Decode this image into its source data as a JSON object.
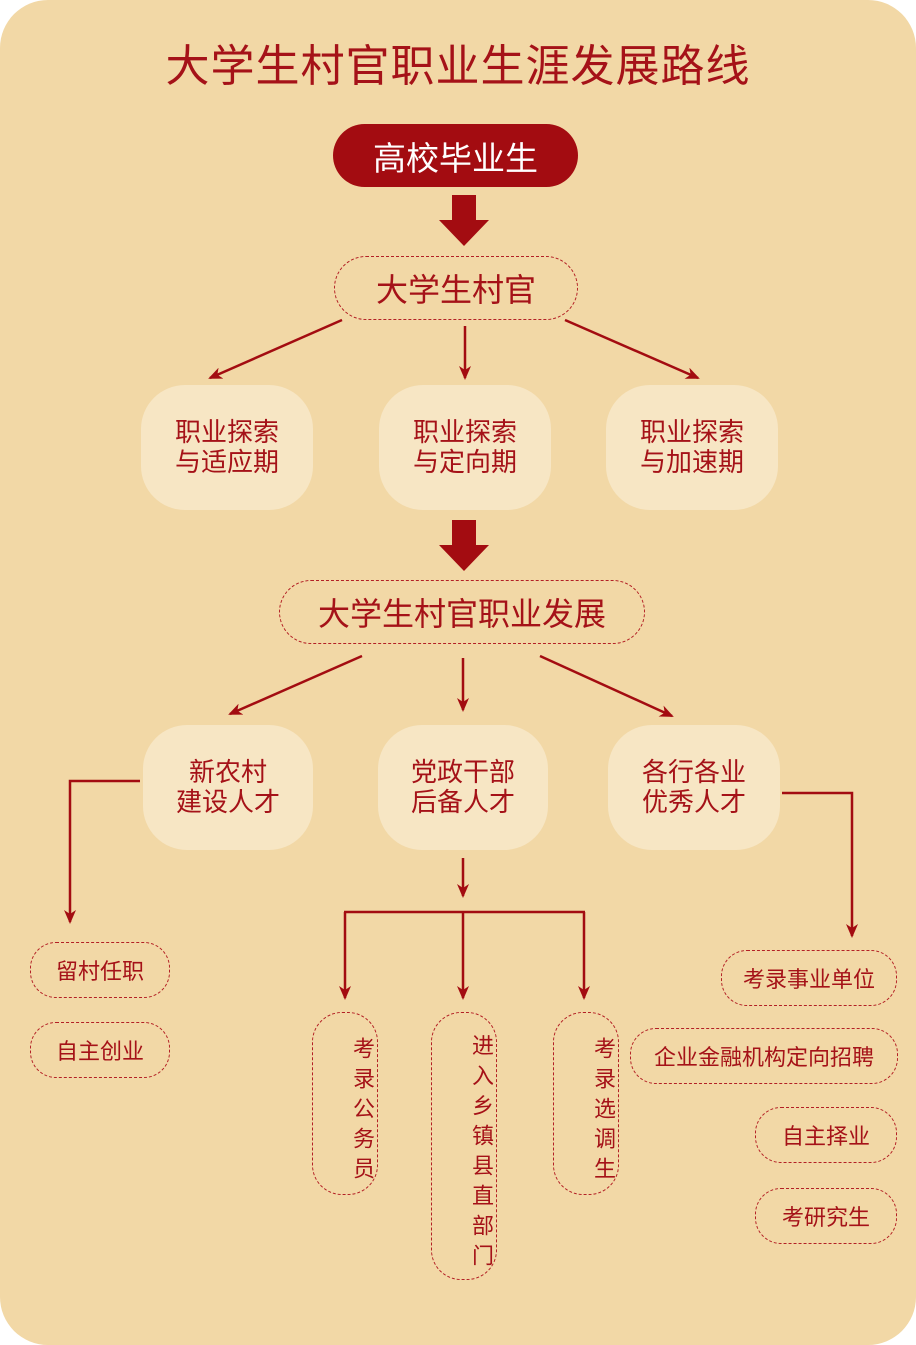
{
  "title": "大学生村官职业生涯发展路线",
  "colors": {
    "background": "#f2d8a6",
    "accent": "#a30c11",
    "box": "#f7e6c4"
  },
  "start": "高校毕业生",
  "level1": "大学生村官",
  "stages": [
    "职业探索\n与适应期",
    "职业探索\n与定向期",
    "职业探索\n与加速期"
  ],
  "level2": "大学生村官职业发展",
  "talents": [
    "新农村\n建设人才",
    "党政干部\n后备人才",
    "各行各业\n优秀人才"
  ],
  "left_options": [
    "留村任职",
    "自主创业"
  ],
  "middle_options": [
    "考录公务员",
    "进入乡镇县直部门",
    "考录选调生"
  ],
  "right_options": [
    "考录事业单位",
    "企业金融机构定向招聘",
    "自主择业",
    "考研究生"
  ]
}
